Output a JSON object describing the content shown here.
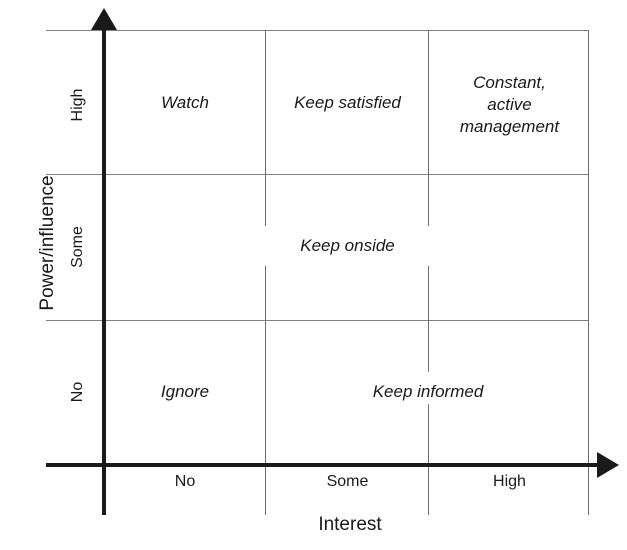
{
  "chart_data": {
    "type": "table",
    "title": "",
    "xlabel": "Interest",
    "ylabel": "Power/influence",
    "x_categories": [
      "No",
      "Some",
      "High"
    ],
    "y_categories": [
      "No",
      "Some",
      "High"
    ],
    "grid": true,
    "legend": "none",
    "cells": [
      {
        "row": "High",
        "col": "No",
        "label": "Watch"
      },
      {
        "row": "High",
        "col": "Some",
        "label": "Keep satisfied"
      },
      {
        "row": "High",
        "col": "High",
        "label": "Constant,\nactive\nmanagement"
      },
      {
        "row": "Some",
        "col": "Some+High",
        "label": "Keep onside"
      },
      {
        "row": "No",
        "col": "No",
        "label": "Ignore"
      },
      {
        "row": "No",
        "col": "Some+High",
        "label": "Keep informed"
      }
    ],
    "colors": {
      "background": "#ffffff",
      "axis": "#1a1a1a",
      "gridline": "#808080",
      "text": "#1a1a1a"
    }
  },
  "axes": {
    "x": {
      "title": "Interest",
      "ticks": [
        "No",
        "Some",
        "High"
      ]
    },
    "y": {
      "title": "Power/influence",
      "ticks": [
        "High",
        "Some",
        "No"
      ]
    }
  },
  "matrix": {
    "row_high": {
      "no": "Watch",
      "some": "Keep satisfied",
      "high": "Constant,\nactive\nmanagement"
    },
    "row_some": {
      "span": "Keep onside"
    },
    "row_no": {
      "no": "Ignore",
      "span": "Keep informed"
    }
  }
}
